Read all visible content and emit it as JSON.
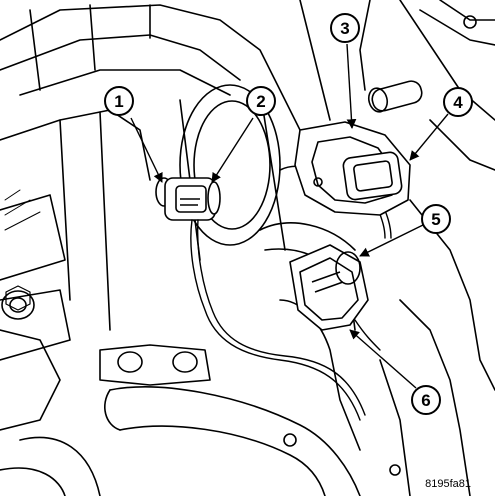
{
  "diagram": {
    "callouts": [
      {
        "id": "callout-1",
        "label": "1"
      },
      {
        "id": "callout-2",
        "label": "2"
      },
      {
        "id": "callout-3",
        "label": "3"
      },
      {
        "id": "callout-4",
        "label": "4"
      },
      {
        "id": "callout-5",
        "label": "5"
      },
      {
        "id": "callout-6",
        "label": "6"
      }
    ],
    "figure_code": "8195fa81"
  }
}
